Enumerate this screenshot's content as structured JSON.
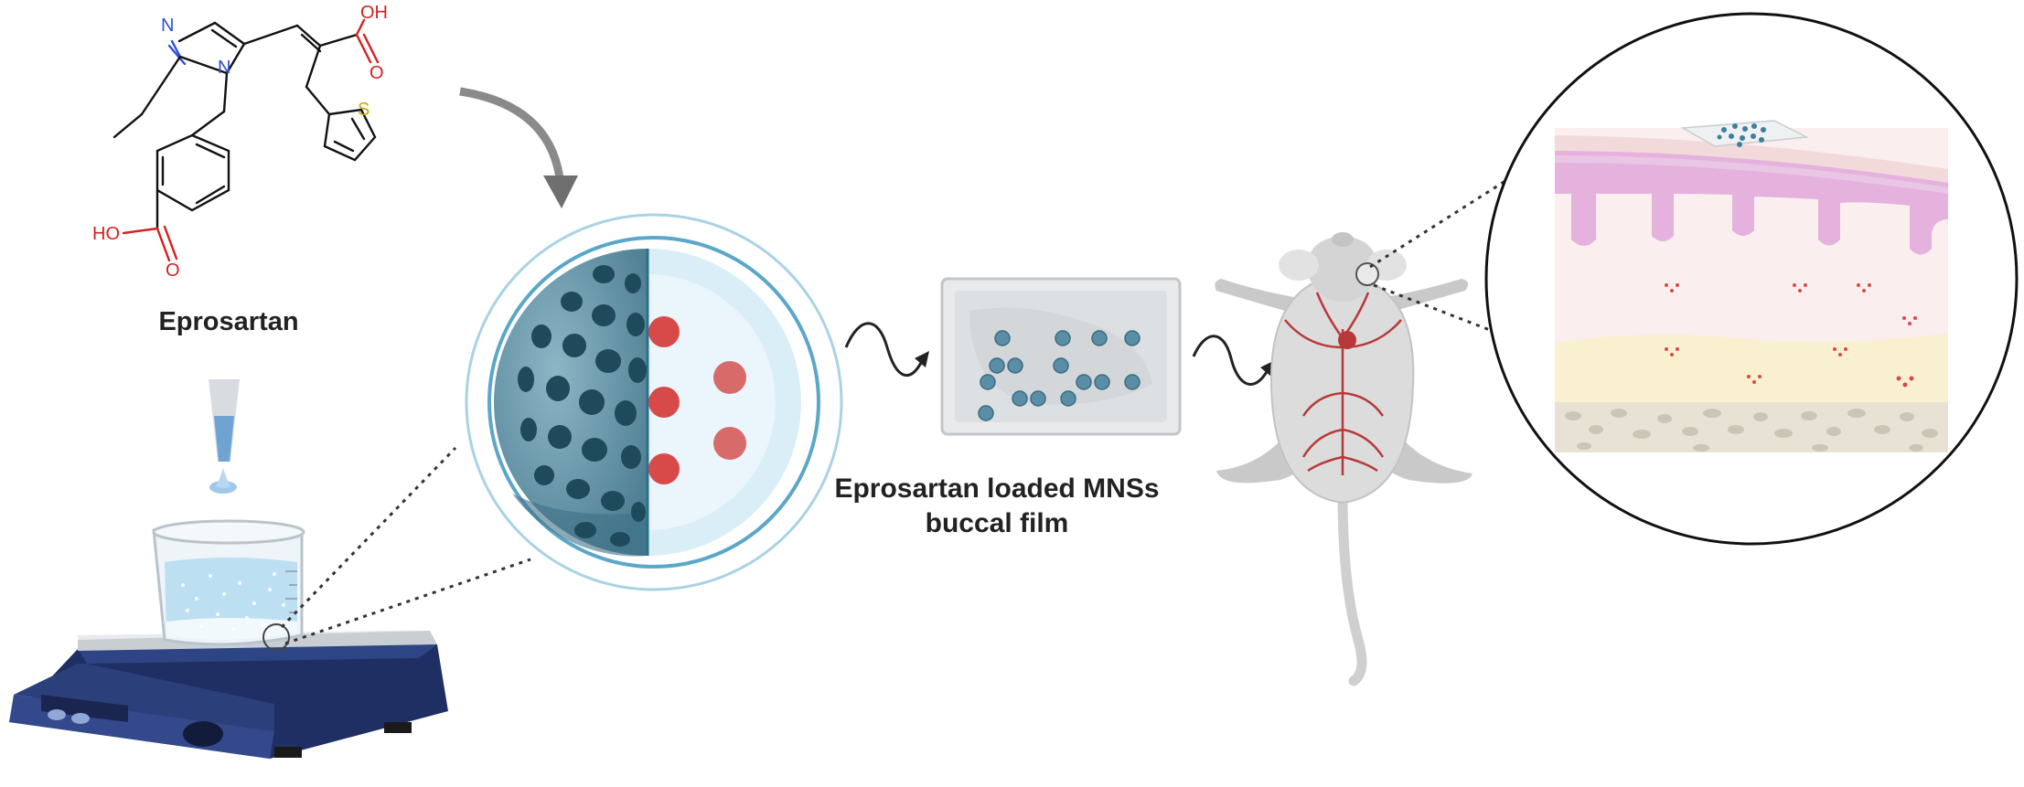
{
  "labels": {
    "drug_name": "Eprosartan",
    "film_line1": "Eprosartan loaded MNSs",
    "film_line2": "buccal film"
  },
  "atoms": {
    "nitrogen": "N",
    "sulfur": "S",
    "hydroxyl_right": "OH",
    "oxygen_right": "O",
    "hydroxyl_left": "HO",
    "oxygen_left": "O"
  },
  "colors": {
    "nanosphere_dark": "#1f4a5c",
    "nanosphere_mid": "#5e8fa3",
    "nanosphere_light": "#d9eef7",
    "drug_red": "#d84a4a",
    "beaker_water": "#bcdff2",
    "stirrer_body": "#2b3f7a",
    "tissue_pink": "#e4b2dd",
    "tissue_cream": "#f8f0cf",
    "vessel_red": "#b8393a"
  }
}
